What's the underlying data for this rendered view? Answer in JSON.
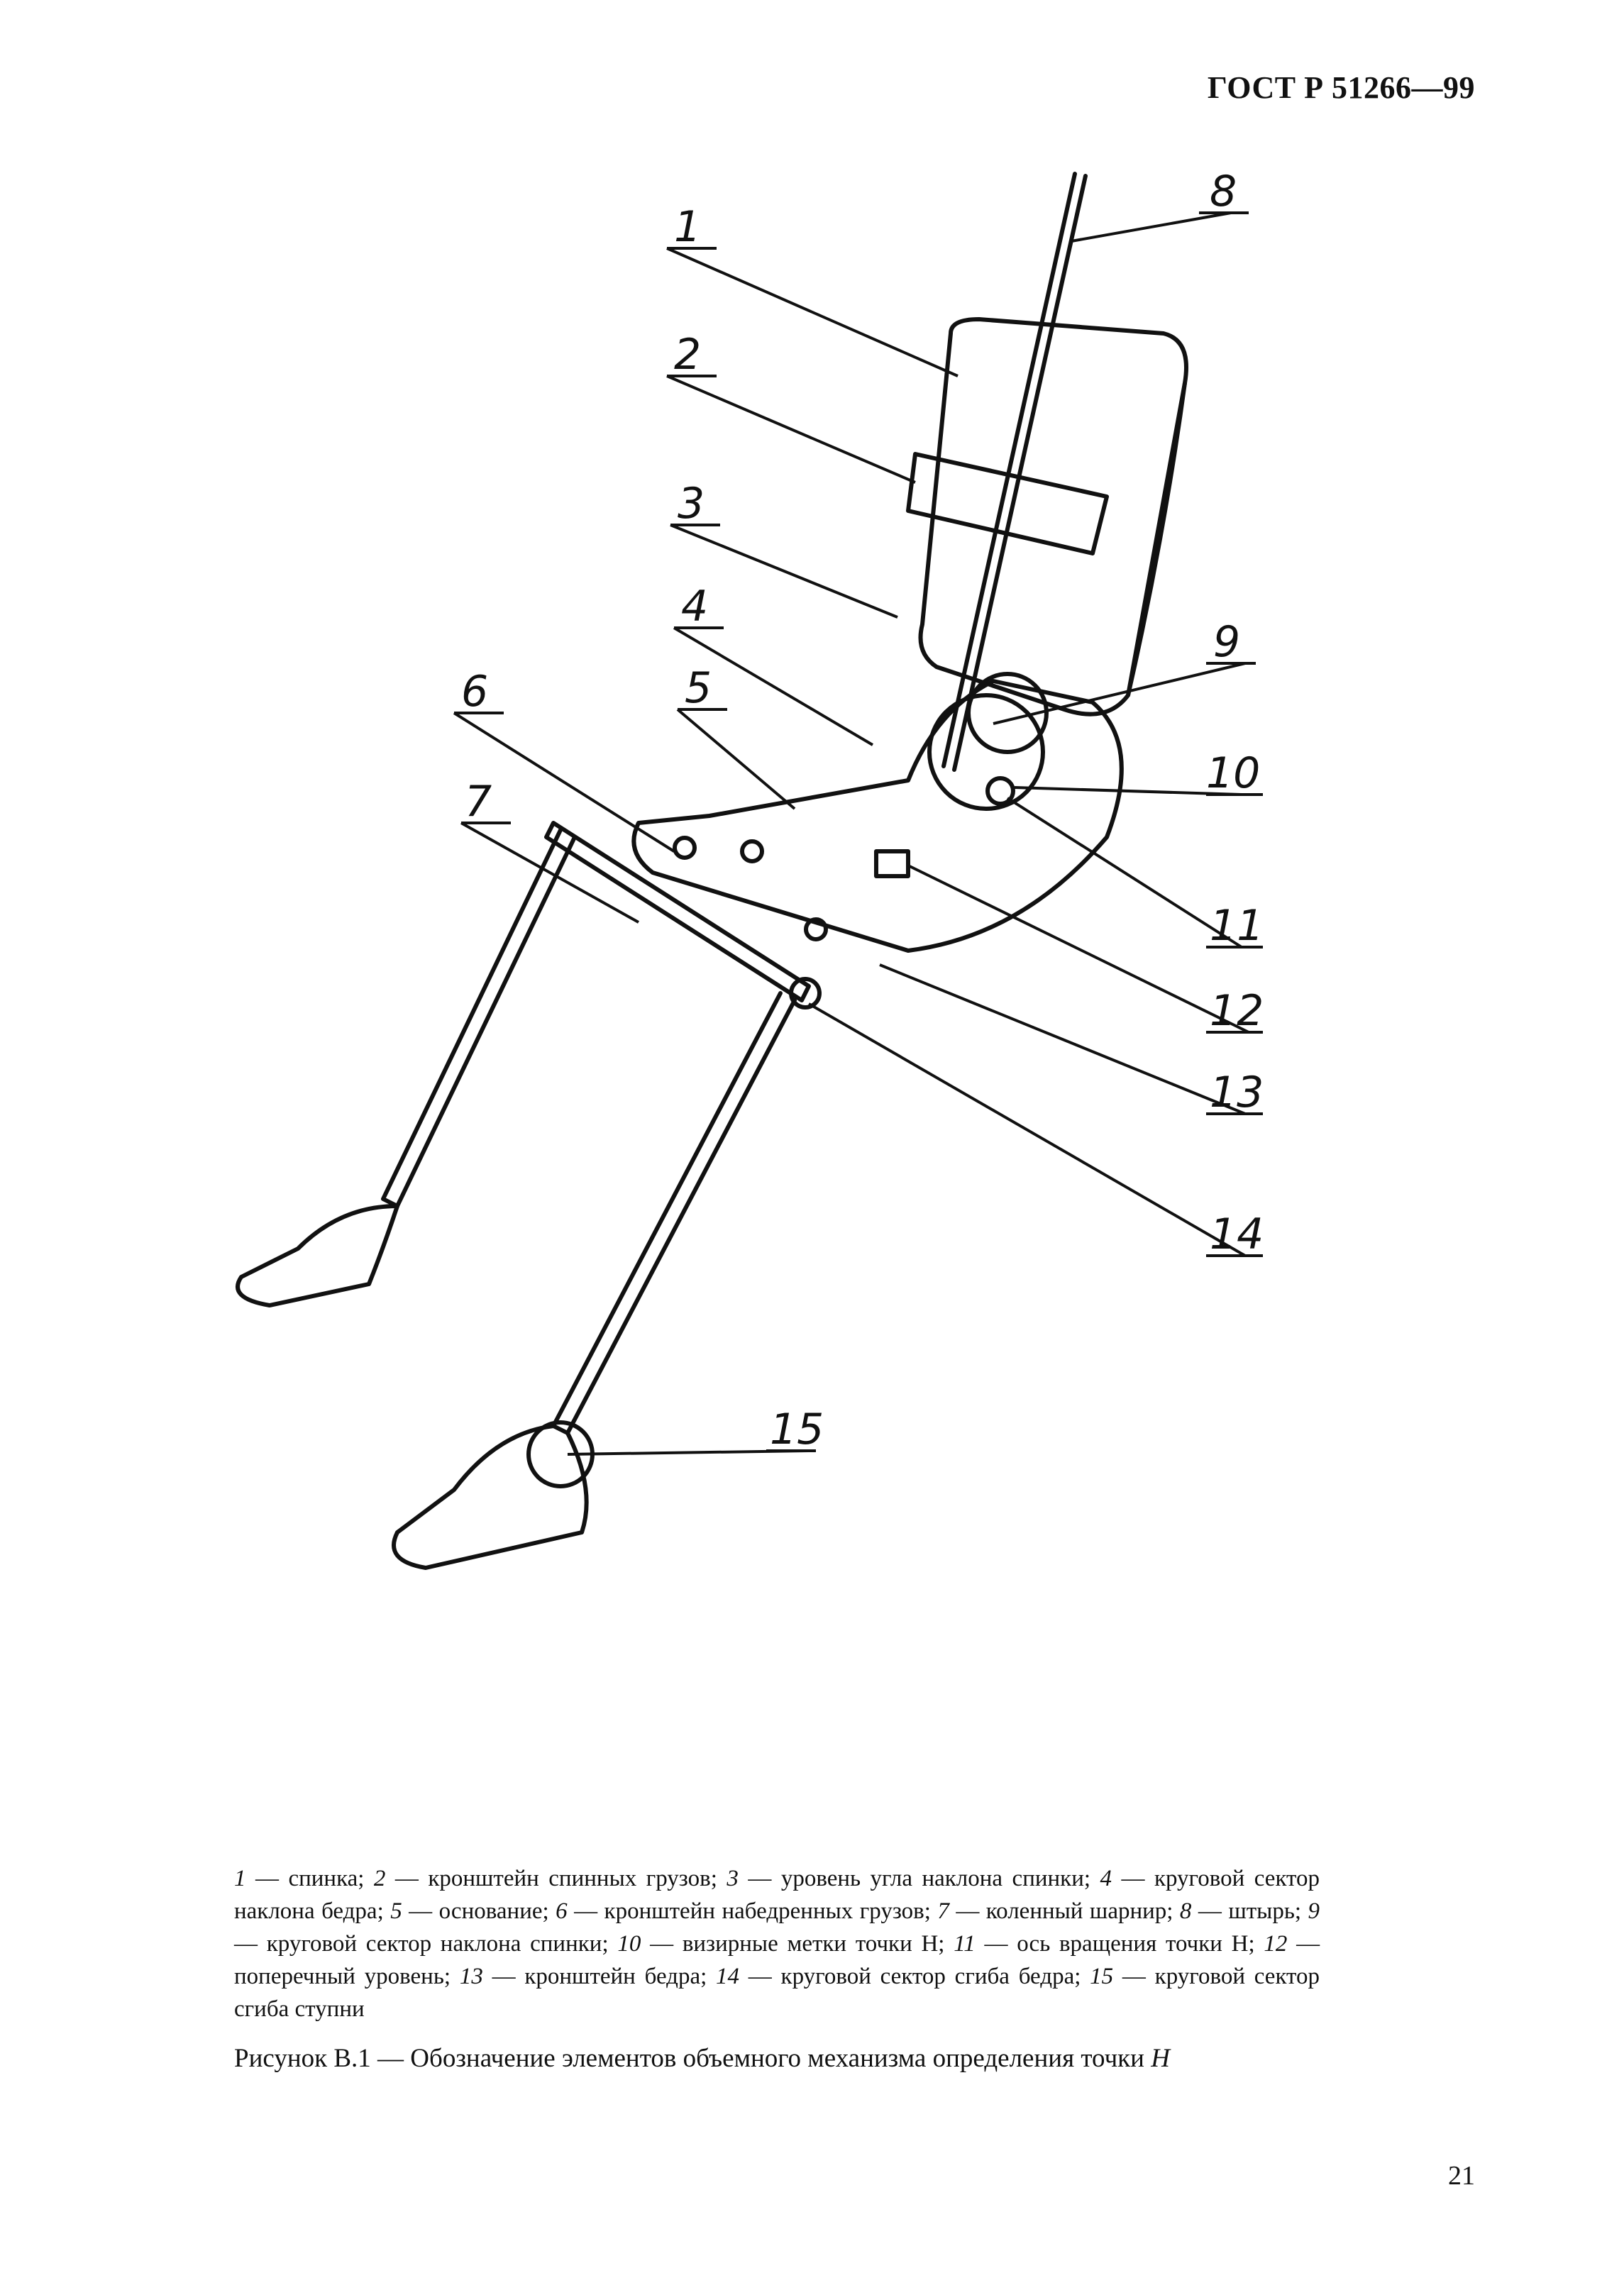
{
  "header": {
    "standard_number": "ГОСТ Р 51266—99"
  },
  "figure": {
    "callouts": [
      "1",
      "2",
      "3",
      "4",
      "5",
      "6",
      "7",
      "8",
      "9",
      "10",
      "11",
      "12",
      "13",
      "14",
      "15"
    ]
  },
  "legend": [
    {
      "num": "1",
      "text": "спинка;"
    },
    {
      "num": "2",
      "text": "кронштейн спинных грузов;"
    },
    {
      "num": "3",
      "text": "уровень угла наклона спинки;"
    },
    {
      "num": "4",
      "text": "круговой сектор наклона бедра;"
    },
    {
      "num": "5",
      "text": "основание;"
    },
    {
      "num": "6",
      "text": "кронштейн набедренных грузов;"
    },
    {
      "num": "7",
      "text": "коленный шарнир;"
    },
    {
      "num": "8",
      "text": "штырь;"
    },
    {
      "num": "9",
      "text": "круговой сектор наклона спинки;"
    },
    {
      "num": "10",
      "text": "визирные метки точки Н;"
    },
    {
      "num": "11",
      "text": "ось вращения точки Н;"
    },
    {
      "num": "12",
      "text": "поперечный уровень;"
    },
    {
      "num": "13",
      "text": "кронштейн бедра;"
    },
    {
      "num": "14",
      "text": "круговой сектор сгиба бедра;"
    },
    {
      "num": "15",
      "text": "круговой сектор сгиба ступни"
    }
  ],
  "caption_title": {
    "prefix": "Рисунок В.1 — Обозначение элементов объемного механизма определения точки ",
    "italic_letter": "Н"
  },
  "page_number": "21"
}
